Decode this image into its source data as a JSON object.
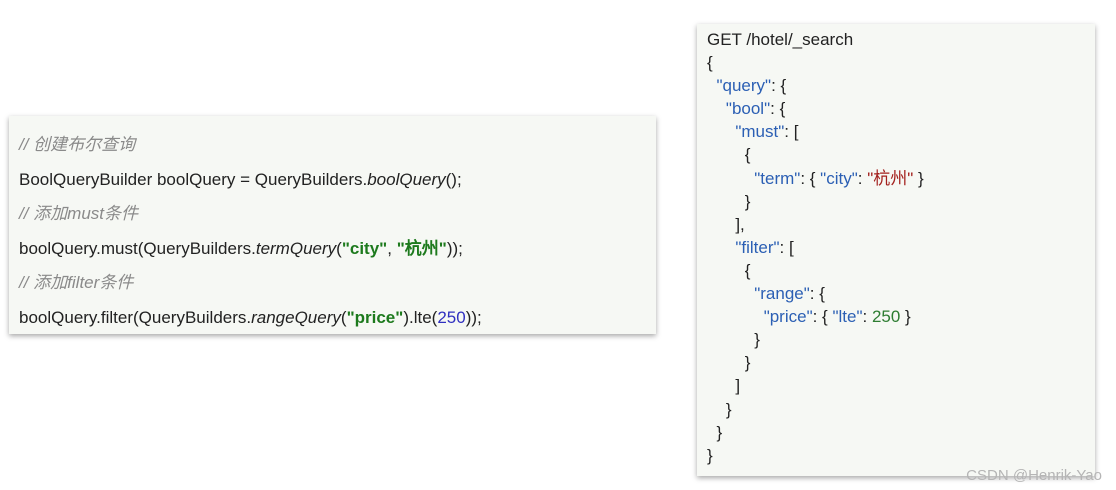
{
  "java_code": {
    "comment_create": "// 创建布尔查询",
    "line1": {
      "prefix": "BoolQueryBuilder boolQuery = QueryBuilders.",
      "method": "boolQuery",
      "suffix": "();"
    },
    "comment_must": "// 添加must条件",
    "line2": {
      "prefix": "boolQuery.must(QueryBuilders.",
      "method": "termQuery",
      "open": "(",
      "str1": "\"city\"",
      "sep": ", ",
      "str2": "\"杭州\"",
      "suffix": "));"
    },
    "comment_filter": "// 添加filter条件",
    "line3": {
      "prefix": "boolQuery.filter(QueryBuilders.",
      "method": "rangeQuery",
      "open": "(",
      "str1": "\"price\"",
      "mid": ").lte(",
      "num": "250",
      "suffix": "));"
    }
  },
  "dsl_code": {
    "request": "GET /hotel/_search",
    "brace_open": "{",
    "query_key": "\"query\"",
    "bool_key": "\"bool\"",
    "must_key": "\"must\"",
    "term_key": "\"term\"",
    "city_key": "\"city\"",
    "city_value": "\"杭州\"",
    "filter_key": "\"filter\"",
    "range_key": "\"range\"",
    "price_key": "\"price\"",
    "lte_key": "\"lte\"",
    "lte_value": "250",
    "brace_close": "}"
  },
  "watermark": "CSDN @Henrik-Yao"
}
